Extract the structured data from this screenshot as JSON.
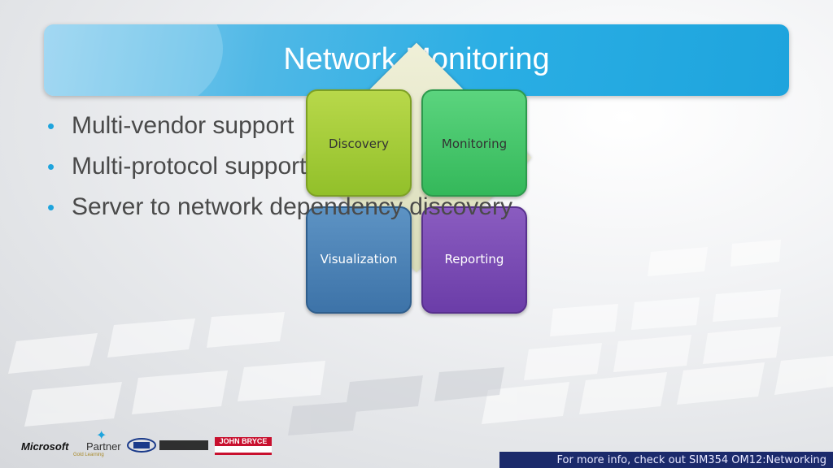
{
  "slide": {
    "title": "Network Monitoring",
    "bullets": [
      "Multi-vendor support",
      "Multi-protocol support",
      "Server to network dependency discovery"
    ]
  },
  "diagram": {
    "boxes": [
      "Discovery",
      "Monitoring",
      "Visualization",
      "Reporting"
    ]
  },
  "footer": {
    "text": "For more info, check out SIM354 OM12:Networking"
  },
  "logos": {
    "microsoft": "Microsoft",
    "partner": "Partner",
    "gold": "Gold Learning",
    "john_bryce": "JOHN BRYCE"
  },
  "colors": {
    "title_bar": "#1ea4dd",
    "discovery": "#92c02a",
    "monitoring": "#34b85a",
    "visualization": "#3d73a8",
    "reporting": "#6b3da8",
    "footer_bar": "#1b2a6b"
  }
}
